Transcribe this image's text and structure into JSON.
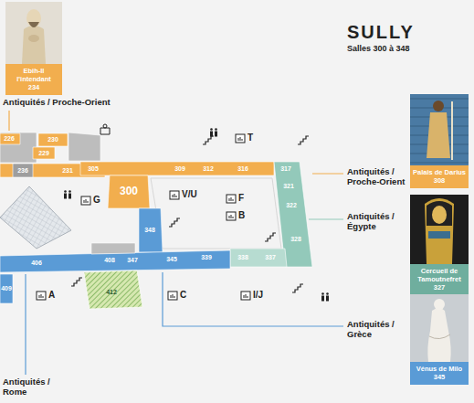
{
  "diagram": {
    "title": "SULLY",
    "nodes": [
      {
        "text": [
          "Ebih-Il l'intendant",
          "234"
        ]
      },
      {
        "text": [
          "Palais de Darius",
          "308"
        ]
      },
      {
        "text": [
          "Cercueil de Tamoutnefret",
          "327"
        ]
      },
      {
        "text": [
          "Vénus de Milo",
          "345"
        ]
      }
    ],
    "labels": [
      "Salles 300 à 348",
      "Antiquités / Proche-Orient",
      "Antiquités / Proche-Orient",
      "Antiquités / Égypte",
      "Antiquités / Grèce",
      "Antiquités / Rome",
      "226",
      "230",
      "229",
      "236",
      "231",
      "305",
      "300",
      "309",
      "312",
      "316",
      "317",
      "321",
      "322",
      "328",
      "348",
      "406",
      "408",
      "347",
      "345",
      "339",
      "338",
      "337",
      "409",
      "412",
      "G",
      "V/U",
      "T",
      "F",
      "B",
      "C",
      "A",
      "I/J"
    ]
  }
}
